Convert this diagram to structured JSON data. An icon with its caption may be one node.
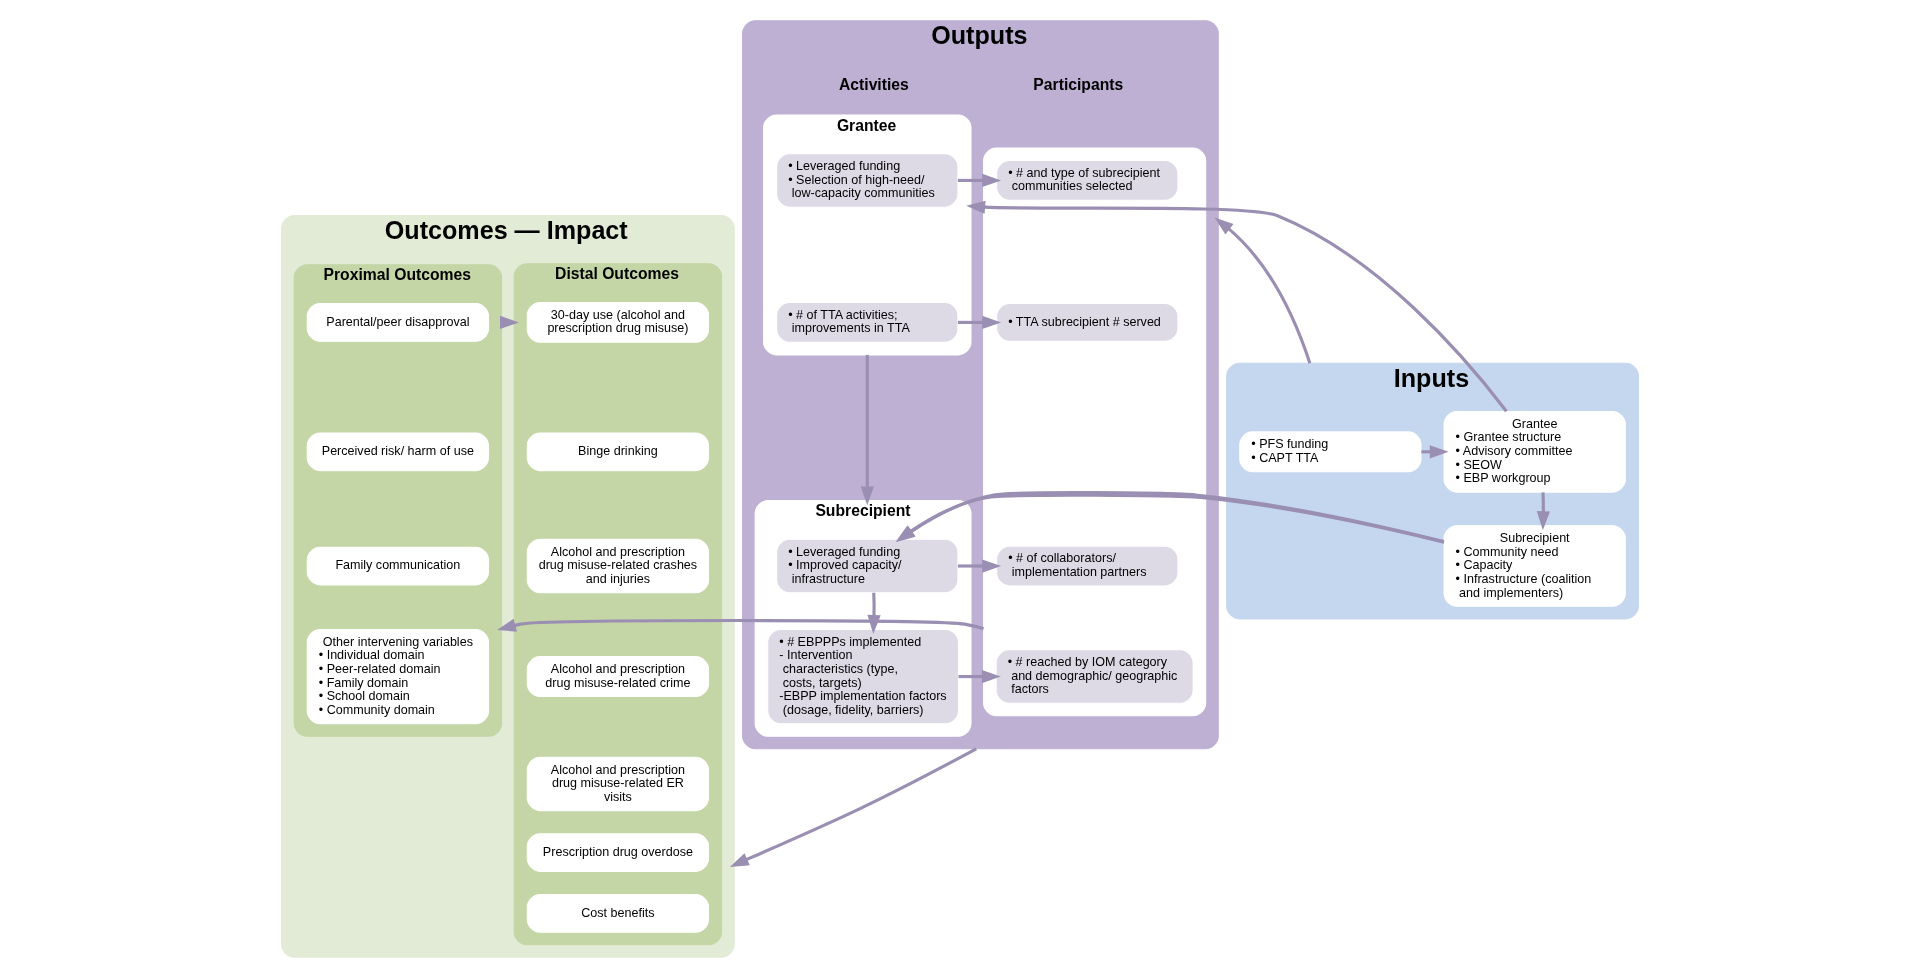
{
  "diagram": {
    "nodes": [
      {
        "text": [
          "Inputs"
        ]
      },
      {
        "text": [
          "• PFS funding",
          "• CAPT TTA"
        ],
        "in": 0
      },
      {
        "text": [
          "Grantee",
          "• Grantee structure",
          "• Advisory committee",
          "• SEOW",
          "• EBP workgroup"
        ],
        "in": 0
      },
      {
        "text": [
          "Subrecipient",
          "• Community need",
          "• Capacity",
          "• Infrastructure (coalition and implementers)"
        ],
        "in": 0
      },
      {
        "text": [
          "Outputs"
        ]
      },
      {
        "text": [
          "Grantee"
        ],
        "in": 4
      },
      {
        "text": [
          "• Leveraged funding",
          "• Selection of high-need/ low-capacity communities"
        ],
        "in": 5
      },
      {
        "text": [
          "• # of TTA activities; improvements in TTA"
        ],
        "in": 5
      },
      {
        "text": [
          "Subrecipient"
        ],
        "in": 4
      },
      {
        "text": [
          "• Leveraged funding",
          "• Improved capacity/ infrastructure"
        ],
        "in": 8
      },
      {
        "text": [
          "• # EBPPPs implemented",
          "- Intervention characteristics (type, costs, targets)",
          "-EBPP implementation factors (dosage, fidelity, barriers)"
        ],
        "in": 8
      },
      {
        "text": [],
        "shape": "box",
        "in": 4
      },
      {
        "text": [
          "• # and type of subrecipient communities selected"
        ],
        "in": 11
      },
      {
        "text": [
          "• TTA subrecipient # served"
        ],
        "in": 11
      },
      {
        "text": [
          "• # of collaborators/ implementation partners"
        ],
        "in": 11
      },
      {
        "text": [
          "• # reached by IOM category and demographic/ geographic factors"
        ],
        "in": 11
      },
      {
        "text": [
          "Outcomes — Impact"
        ]
      },
      {
        "text": [
          "Proximal Outcomes"
        ],
        "in": 16
      },
      {
        "text": [
          "Parental/peer disapproval"
        ],
        "in": 17
      },
      {
        "text": [
          "Perceived risk/ harm of use"
        ],
        "in": 17
      },
      {
        "text": [
          "Family communication"
        ],
        "in": 17
      },
      {
        "text": [
          "Other intervening variables",
          "• Individual domain",
          "• Peer-related domain",
          "• Family domain",
          "• School domain",
          "• Community domain"
        ],
        "in": 17
      },
      {
        "text": [
          "Distal Outcomes"
        ],
        "in": 16
      },
      {
        "text": [
          "30-day use (alcohol and prescription drug misuse)"
        ],
        "in": 22
      },
      {
        "text": [
          "Binge drinking"
        ],
        "in": 22
      },
      {
        "text": [
          "Alcohol and prescription drug misuse-related crashes and injuries"
        ],
        "in": 22
      },
      {
        "text": [
          "Alcohol and prescription drug misuse-related crime"
        ],
        "in": 22
      },
      {
        "text": [
          "Alcohol and prescription drug misuse-related ER visits"
        ],
        "in": 22
      },
      {
        "text": [
          "Prescription drug overdose"
        ],
        "in": 22
      },
      {
        "text": [
          "Cost benefits"
        ],
        "in": 22
      }
    ],
    "edges": [
      {
        "from": 0,
        "to": 4,
        "arrow": "to"
      },
      {
        "from": 4,
        "to": 16,
        "arrow": "to"
      },
      {
        "from": 1,
        "to": 2,
        "arrow": "to"
      },
      {
        "from": 2,
        "to": 5,
        "arrow": "to"
      },
      {
        "from": 2,
        "to": 3,
        "arrow": "to"
      },
      {
        "from": 3,
        "to": 8,
        "arrow": "to"
      },
      {
        "from": 5,
        "to": 8,
        "arrow": "to"
      },
      {
        "from": 6,
        "to": 12,
        "arrow": "to"
      },
      {
        "from": 7,
        "to": 13,
        "arrow": "to"
      },
      {
        "from": 9,
        "to": 14,
        "arrow": "to"
      },
      {
        "from": 9,
        "to": 10,
        "arrow": "to"
      },
      {
        "from": 10,
        "to": 15,
        "arrow": "to"
      },
      {
        "from": 11,
        "to": 17,
        "arrow": "to"
      },
      {
        "from": 17,
        "to": 22,
        "arrow": "to"
      }
    ],
    "labels": [
      "Activities",
      "Participants"
    ]
  }
}
